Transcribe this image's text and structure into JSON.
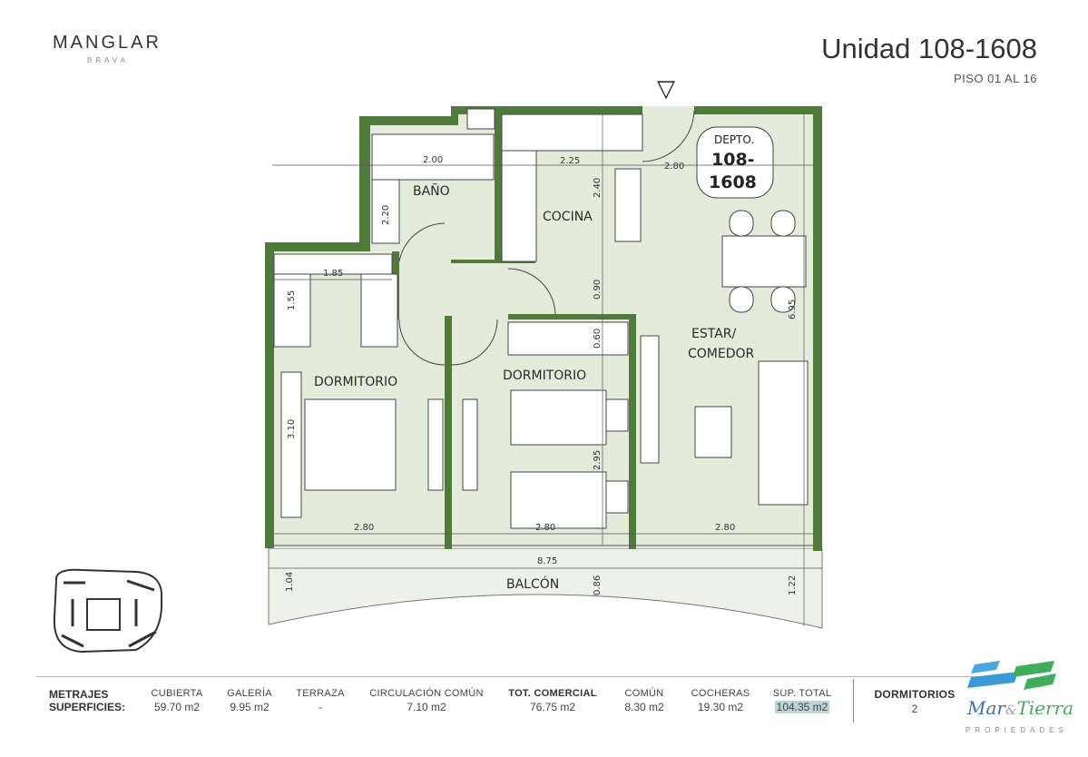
{
  "brand": {
    "name": "MANGLAR",
    "sub": "BRAVA"
  },
  "header": {
    "title": "Unidad 108-1608",
    "subtitle": "PISO 01 AL 16"
  },
  "plan": {
    "entrance_marker": "▽",
    "badge": {
      "line1": "DEPTO.",
      "line2": "108-",
      "line3": "1608"
    },
    "rooms": {
      "bath": "BAÑO",
      "kitchen": "COCINA",
      "bedroom1": "DORMITORIO",
      "bedroom2": "DORMITORIO",
      "living1": "ESTAR/",
      "living2": "COMEDOR",
      "balcony": "BALCÓN"
    },
    "dimensions": {
      "bath_w": "2.00",
      "bath_h": "2.20",
      "kitchen_w": "2.25",
      "kitchen_h": "2.40",
      "living_w_top": "2.80",
      "closet_w": "1.85",
      "closet_h": "1.55",
      "hall": "0.90",
      "closet2": "0.60",
      "living_h": "6.95",
      "bed1_h": "3.10",
      "bed2_h": "2.95",
      "bed1_w": "2.80",
      "bed2_w": "2.80",
      "living_w": "2.80",
      "balcony_w": "8.75",
      "balcony_l": "1.04",
      "balcony_m": "0.86",
      "balcony_r": "1.22"
    }
  },
  "colors": {
    "wall": "#4f7a3a",
    "floor": "#e5ebda",
    "balcony": "#eef0ea"
  },
  "table": {
    "label1": "METRAJES",
    "label2": "SUPERFICIES:",
    "cols": [
      {
        "h": "CUBIERTA",
        "v": "59.70 m2"
      },
      {
        "h": "GALERÍA",
        "v": "9.95 m2"
      },
      {
        "h": "TERRAZA",
        "v": "-"
      },
      {
        "h": "CIRCULACIÓN COMÚN",
        "v": "7.10 m2"
      },
      {
        "h": "TOT. COMERCIAL",
        "v": "76.75 m2"
      },
      {
        "h": "COMÚN",
        "v": "8.30 m2"
      },
      {
        "h": "COCHERAS",
        "v": "19.30 m2"
      },
      {
        "h": "SUP. TOTAL",
        "v": "104.35 m2"
      }
    ],
    "bedrooms": {
      "h": "DORMITORIOS",
      "v": "2"
    }
  },
  "agency": {
    "name1": "Mar",
    "amp": "&",
    "name2": "Tierra",
    "sub": "PROPIEDADES"
  }
}
